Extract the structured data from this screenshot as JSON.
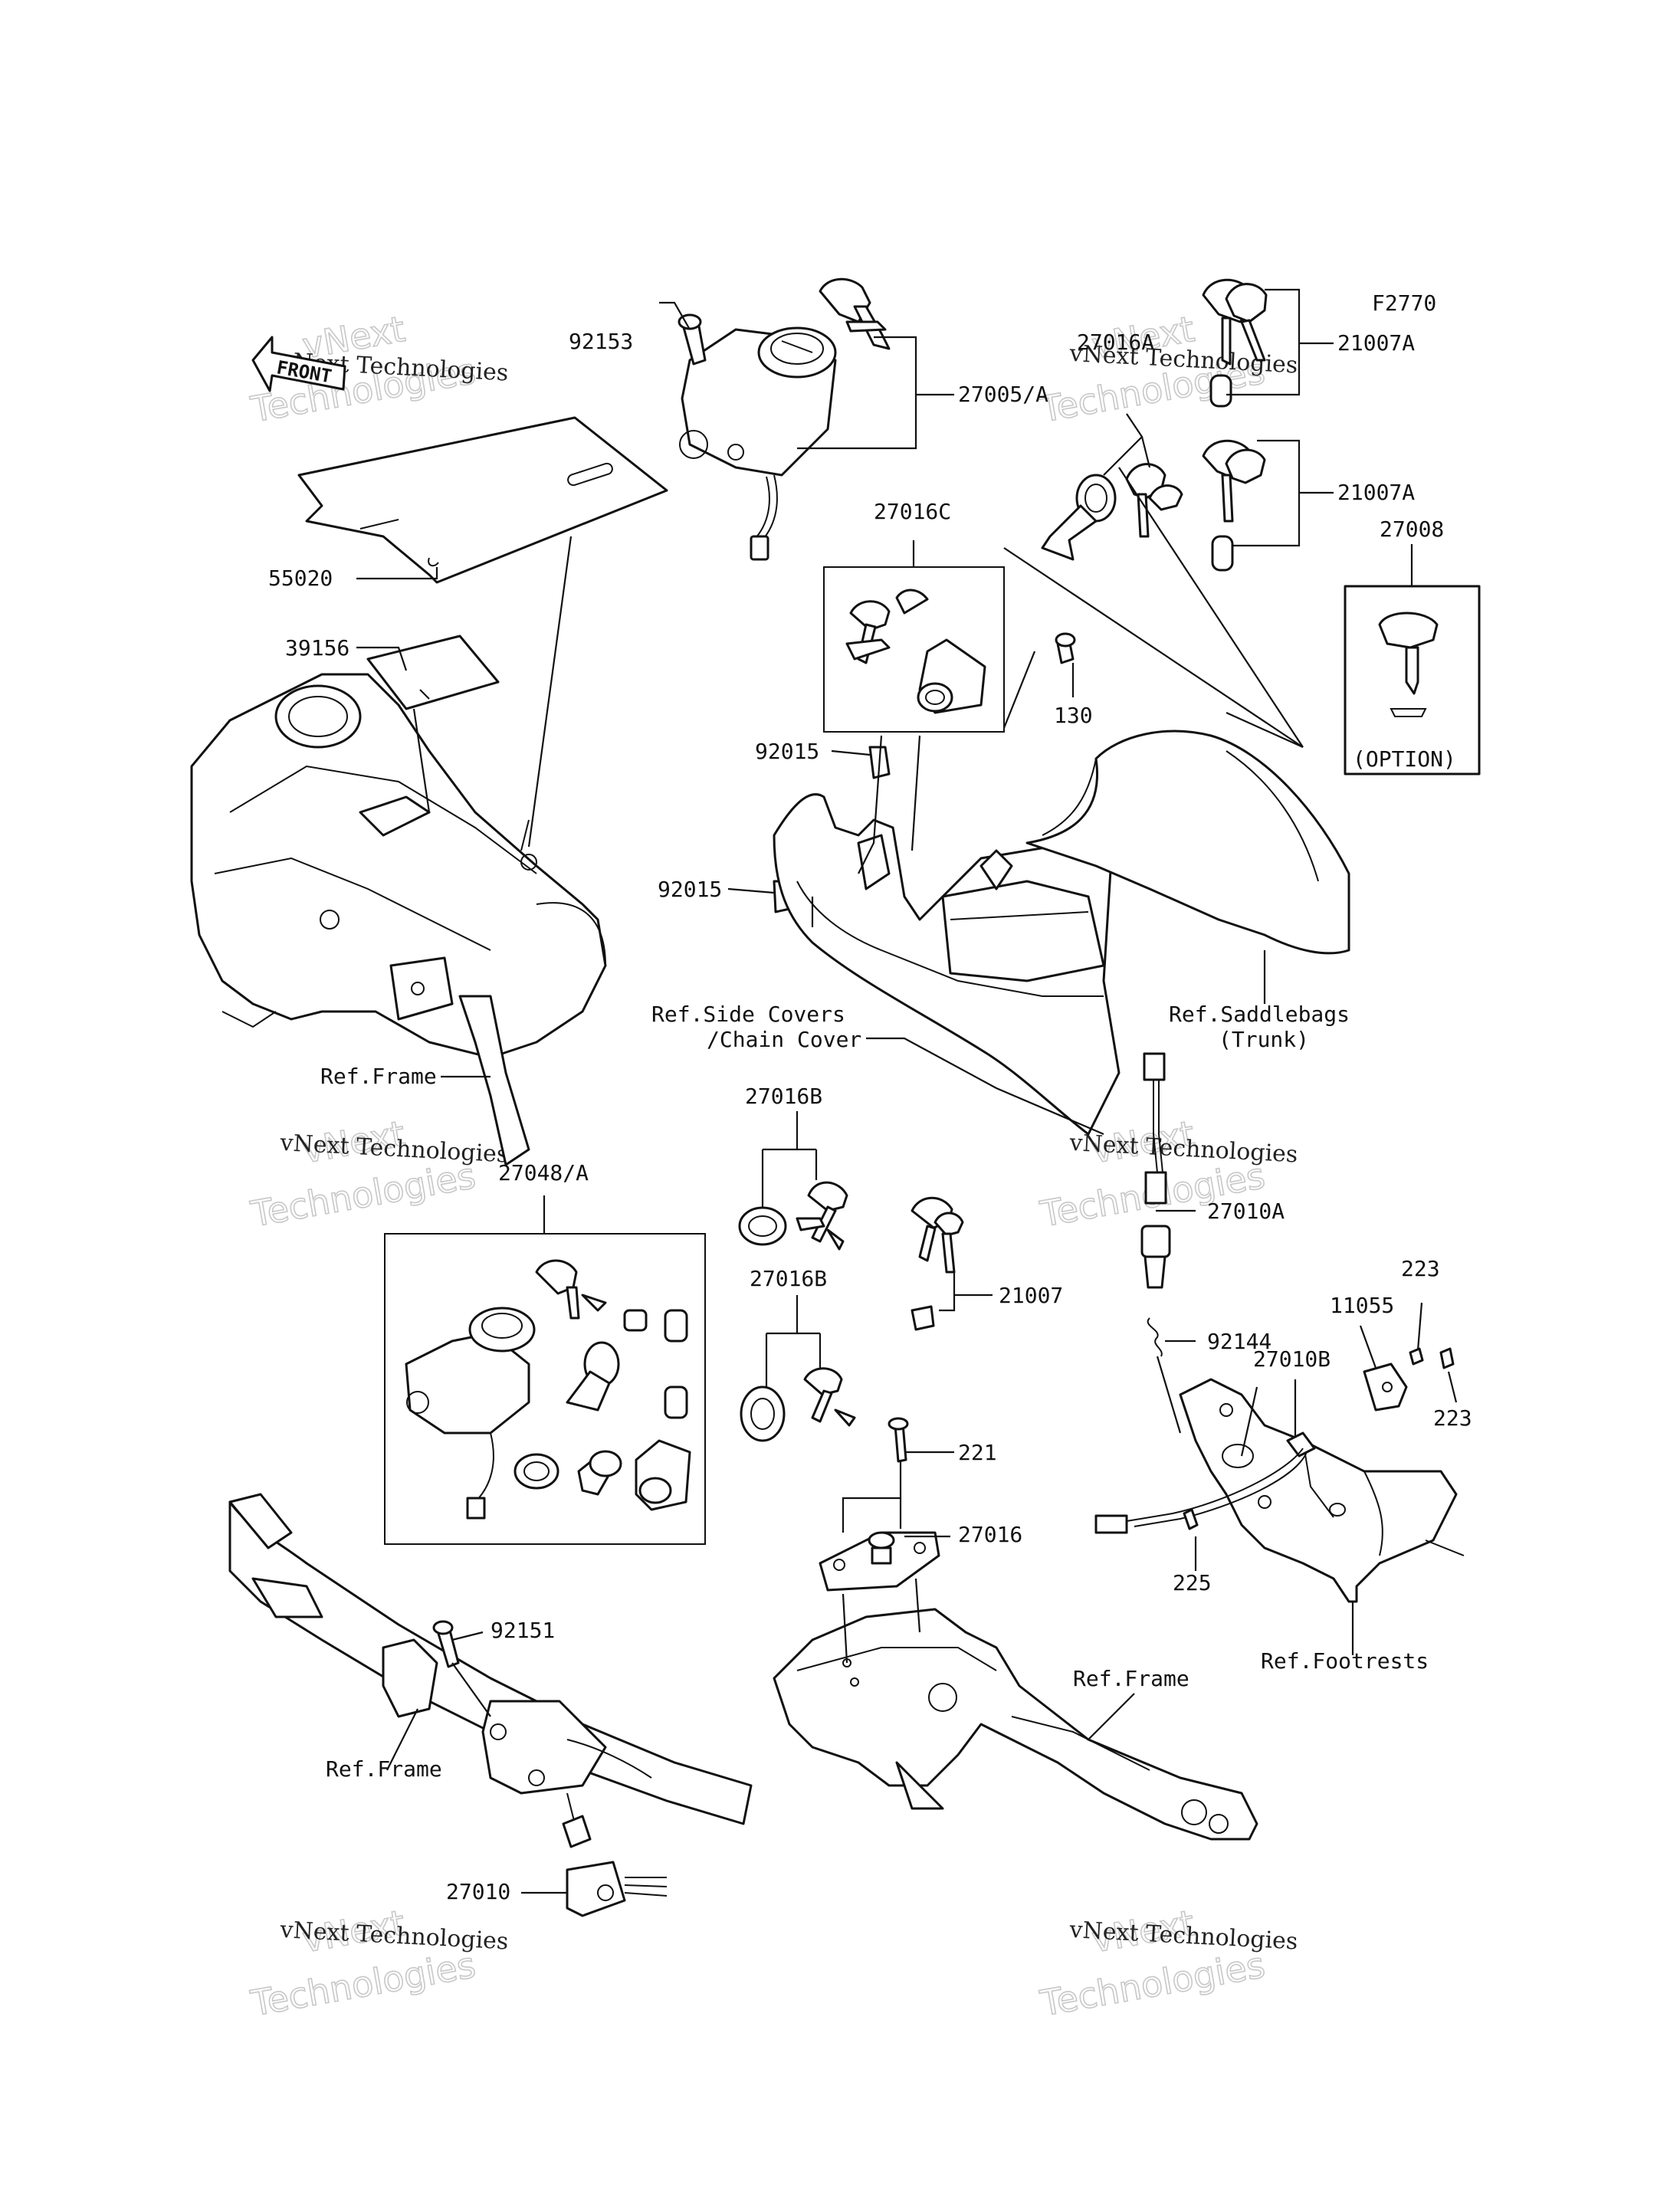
{
  "diagram_code": "F2770",
  "front_arrow": "FRONT",
  "watermark": {
    "line1": "vNext",
    "line2": "Technologies",
    "line3": "vNext Technologies"
  },
  "labels": {
    "p92153": "92153",
    "p27005A": "27005/A",
    "p21007A_1": "21007A",
    "p27016A": "27016A",
    "p21007A_2": "21007A",
    "p27008": "27008",
    "option": "(OPTION)",
    "p55020": "55020",
    "p27016C": "27016C",
    "p39156": "39156",
    "p130": "130",
    "p92015_1": "92015",
    "p92015_2": "92015",
    "ref_side_covers_1": "Ref.Side Covers",
    "ref_side_covers_2": "/Chain Cover",
    "ref_saddlebags_1": "Ref.Saddlebags",
    "ref_saddlebags_2": "(Trunk)",
    "ref_frame_1": "Ref.Frame",
    "p27048A": "27048/A",
    "p27016B_1": "27016B",
    "p27010A": "27010A",
    "p27016B_2": "27016B",
    "p21007": "21007",
    "p223_1": "223",
    "p11055": "11055",
    "p92144": "92144",
    "p27010B": "27010B",
    "p223_2": "223",
    "p221": "221",
    "p27016": "27016",
    "p225": "225",
    "p92151": "92151",
    "ref_footrests": "Ref.Footrests",
    "ref_frame_2": "Ref.Frame",
    "ref_frame_3": "Ref.Frame",
    "p27010": "27010"
  }
}
